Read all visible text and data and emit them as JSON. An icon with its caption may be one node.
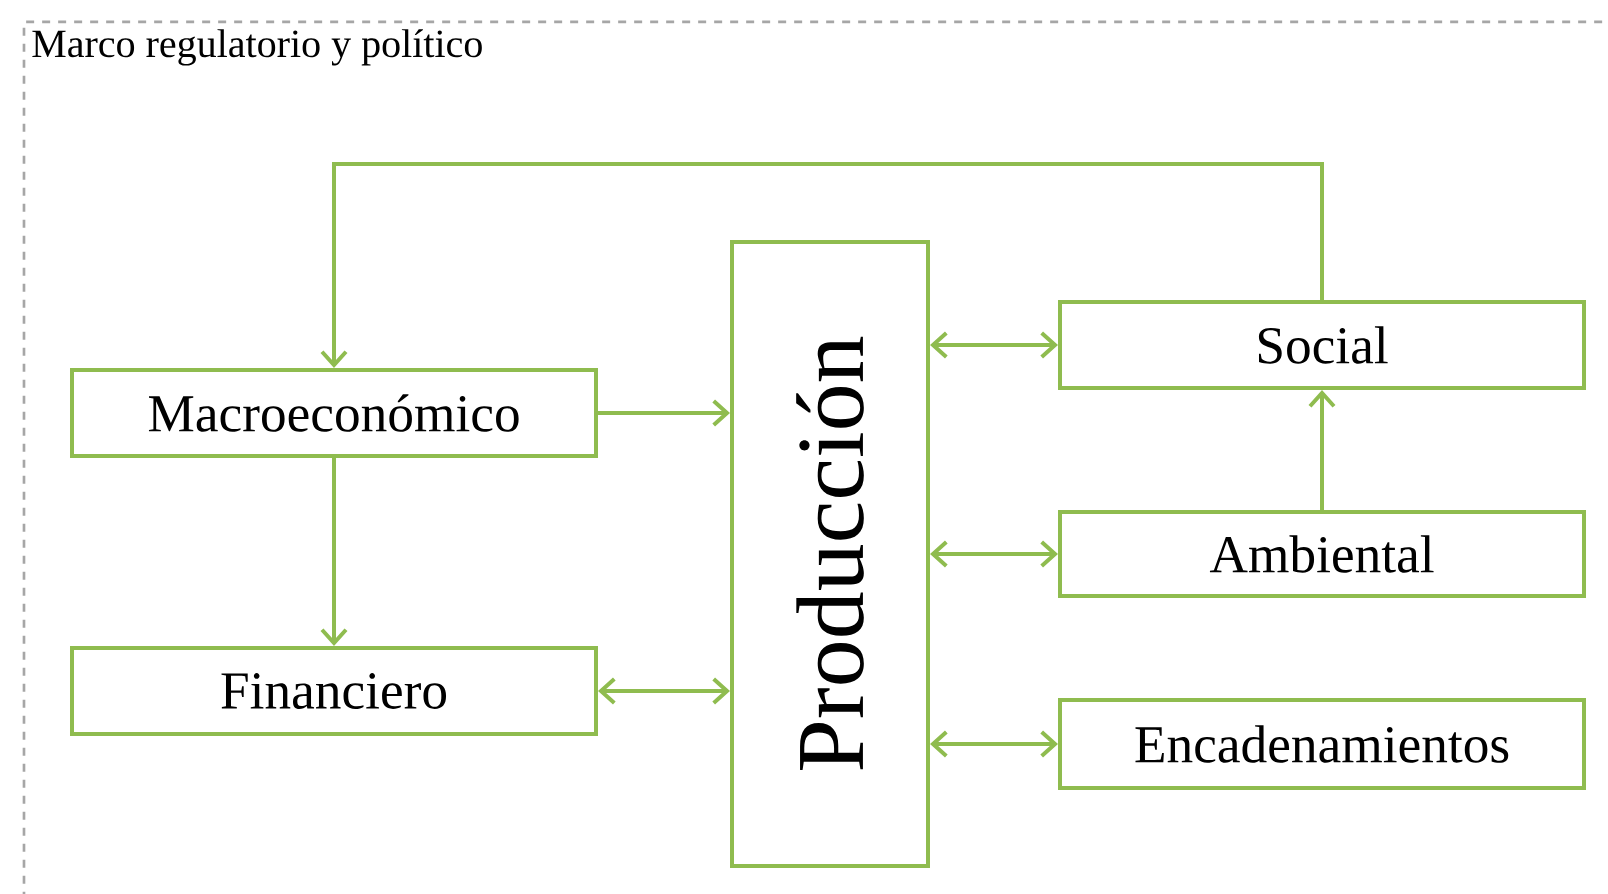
{
  "diagram": {
    "nodes": [
      {
        "text": [
          "Marco regulatorio y político"
        ]
      },
      {
        "text": [
          "Macroeconómico"
        ],
        "in": 0
      },
      {
        "text": [
          "Financiero"
        ],
        "in": 0
      },
      {
        "text": [
          "Producción"
        ],
        "in": 0
      },
      {
        "text": [
          "Social"
        ],
        "in": 0
      },
      {
        "text": [
          "Ambiental"
        ],
        "in": 0
      },
      {
        "text": [
          "Encadenamientos"
        ],
        "in": 0
      }
    ],
    "edges": [
      {
        "from": 4,
        "to": 1,
        "arrow": "to"
      },
      {
        "from": 1,
        "to": 2,
        "arrow": "to"
      },
      {
        "from": 1,
        "to": 3,
        "arrow": "to"
      },
      {
        "from": 2,
        "to": 3,
        "arrow": "both"
      },
      {
        "from": 3,
        "to": 4,
        "arrow": "both"
      },
      {
        "from": 3,
        "to": 5,
        "arrow": "both"
      },
      {
        "from": 3,
        "to": 6,
        "arrow": "both"
      },
      {
        "from": 5,
        "to": 4,
        "arrow": "to"
      }
    ]
  }
}
